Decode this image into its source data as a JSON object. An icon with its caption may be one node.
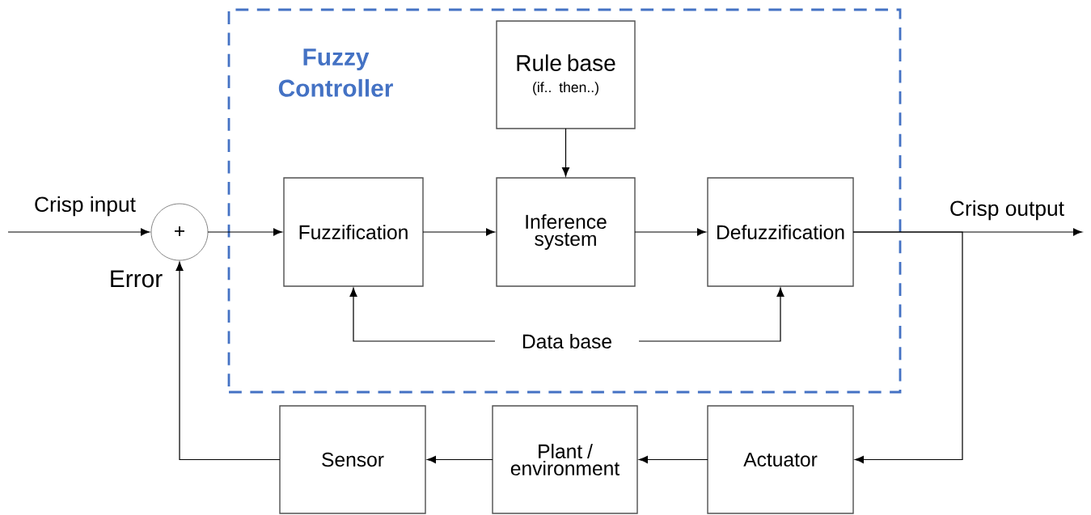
{
  "diagram": {
    "nodes": [
      {
        "text": [
          "Fuzzy Controller"
        ]
      },
      {
        "text": [
          "Rule base",
          "(if.. then..)"
        ],
        "in": 0
      },
      {
        "text": [
          "Fuzzification"
        ],
        "in": 0
      },
      {
        "text": [
          "Inference system"
        ],
        "in": 0
      },
      {
        "text": [
          "Defuzzification"
        ],
        "in": 0
      },
      {
        "text": [
          "Data base"
        ],
        "in": 0
      },
      {
        "text": [
          "+"
        ],
        "beside": [
          "Error"
        ]
      },
      {
        "text": [
          "Sensor"
        ]
      },
      {
        "text": [
          "Plant / environment"
        ]
      },
      {
        "text": [
          "Actuator"
        ]
      }
    ],
    "edges": [
      {
        "from": null,
        "to": 6,
        "arrow": "to",
        "label": "Crisp input"
      },
      {
        "from": 6,
        "to": 2,
        "arrow": "to"
      },
      {
        "from": 1,
        "to": 3,
        "arrow": "to"
      },
      {
        "from": 2,
        "to": 3,
        "arrow": "to"
      },
      {
        "from": 3,
        "to": 4,
        "arrow": "to"
      },
      {
        "from": 4,
        "to": null,
        "arrow": "to",
        "label": "Crisp output"
      },
      {
        "from": 4,
        "to": 9,
        "arrow": "to"
      },
      {
        "from": 9,
        "to": 8,
        "arrow": "to"
      },
      {
        "from": 8,
        "to": 7,
        "arrow": "to"
      },
      {
        "from": 7,
        "to": 6,
        "arrow": "to"
      },
      {
        "from": 5,
        "to": 2,
        "arrow": "to"
      },
      {
        "from": 5,
        "to": 4,
        "arrow": "to"
      }
    ]
  }
}
